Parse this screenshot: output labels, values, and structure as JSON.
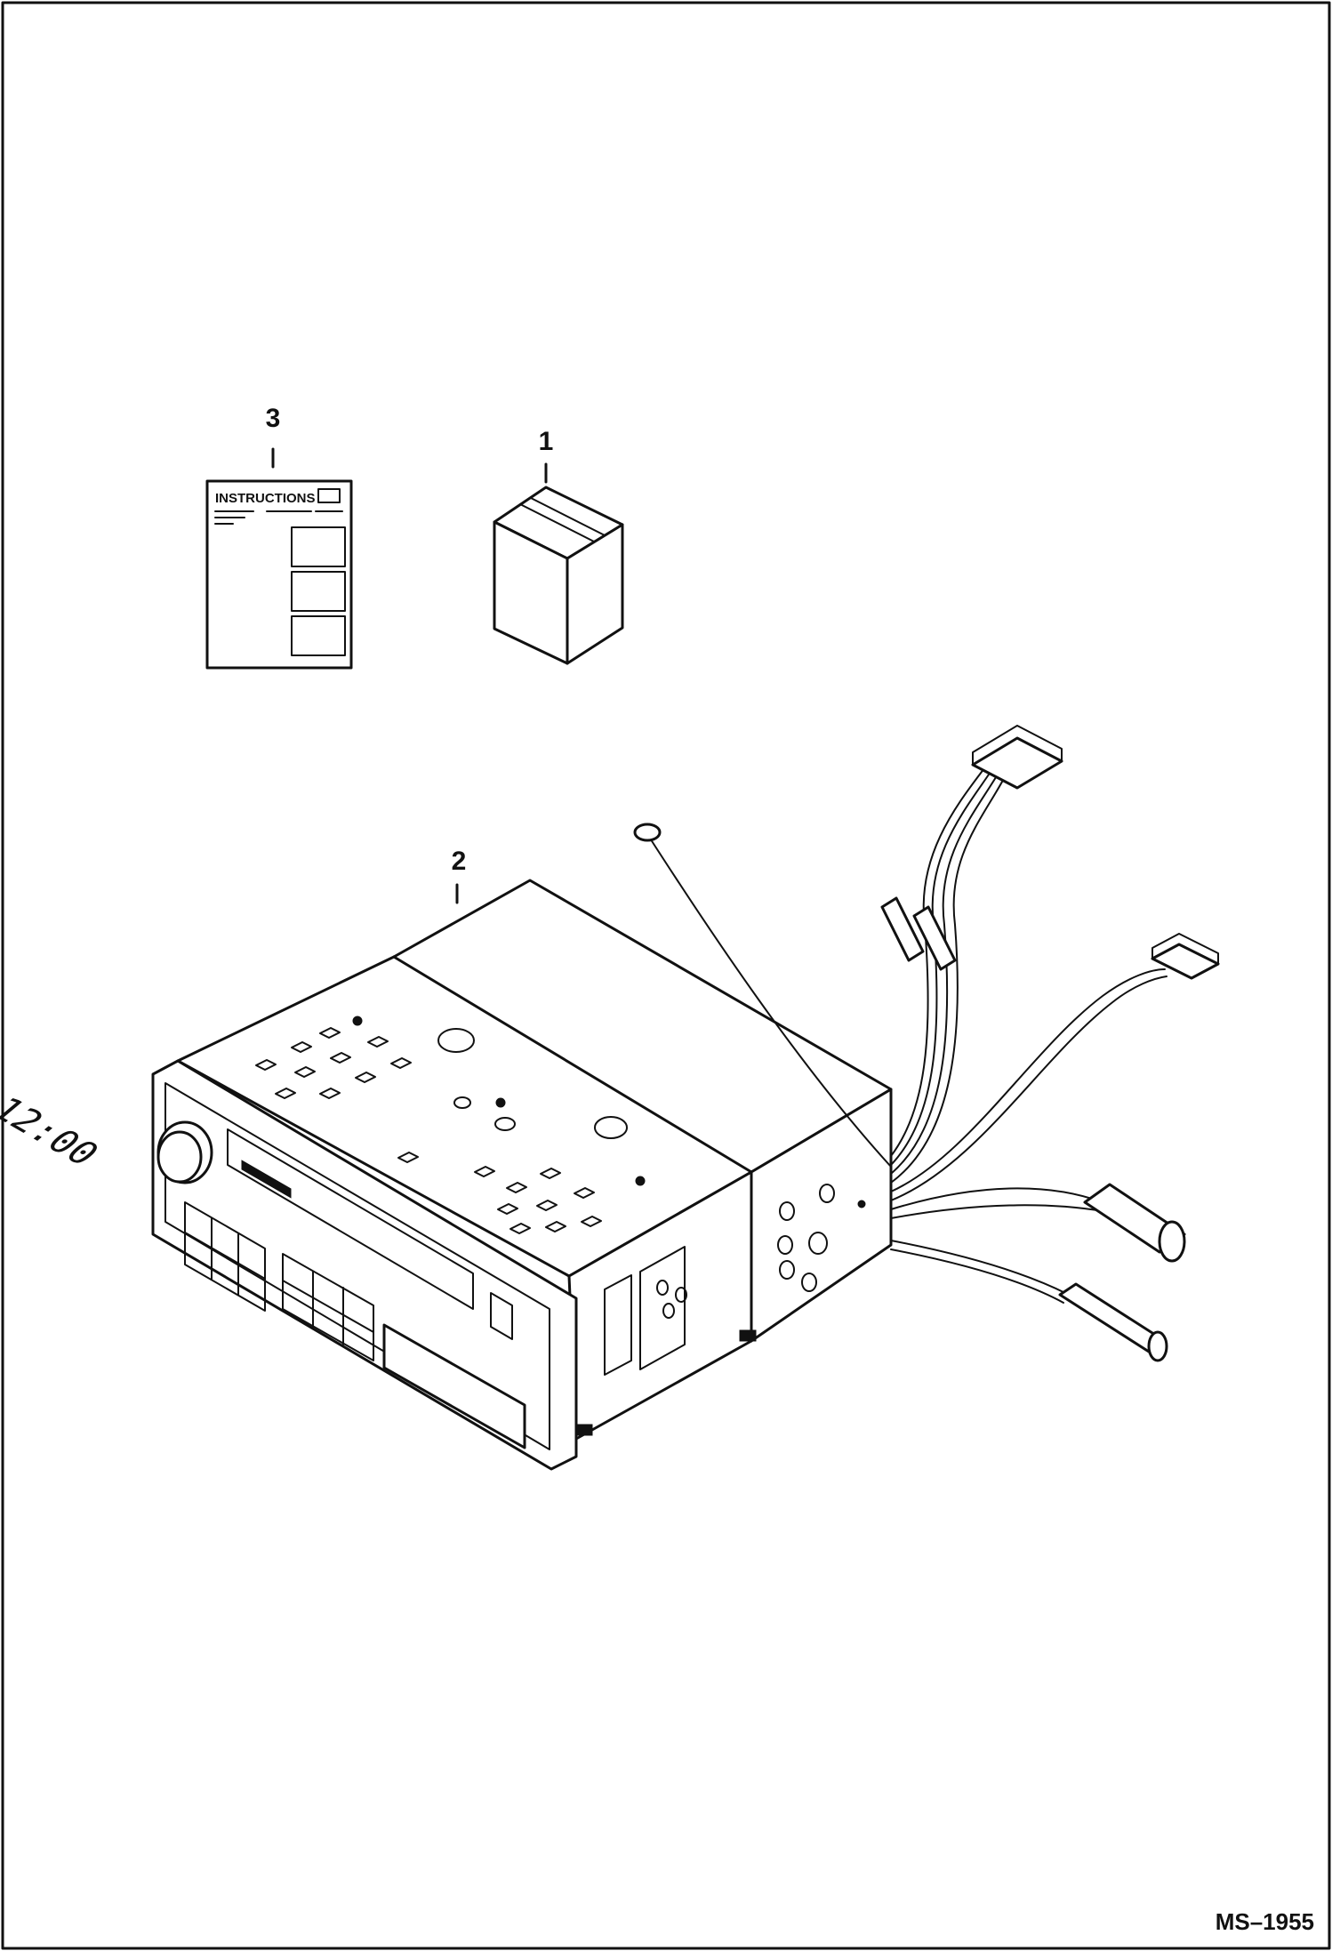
{
  "callouts": [
    {
      "id": "part-1",
      "label": "1"
    },
    {
      "id": "part-2",
      "label": "2"
    },
    {
      "id": "part-3",
      "label": "3"
    }
  ],
  "instructions_sheet": {
    "title": "INSTRUCTIONS"
  },
  "radio": {
    "clock_display": "12:00"
  },
  "drawing_id": "MS–1955"
}
